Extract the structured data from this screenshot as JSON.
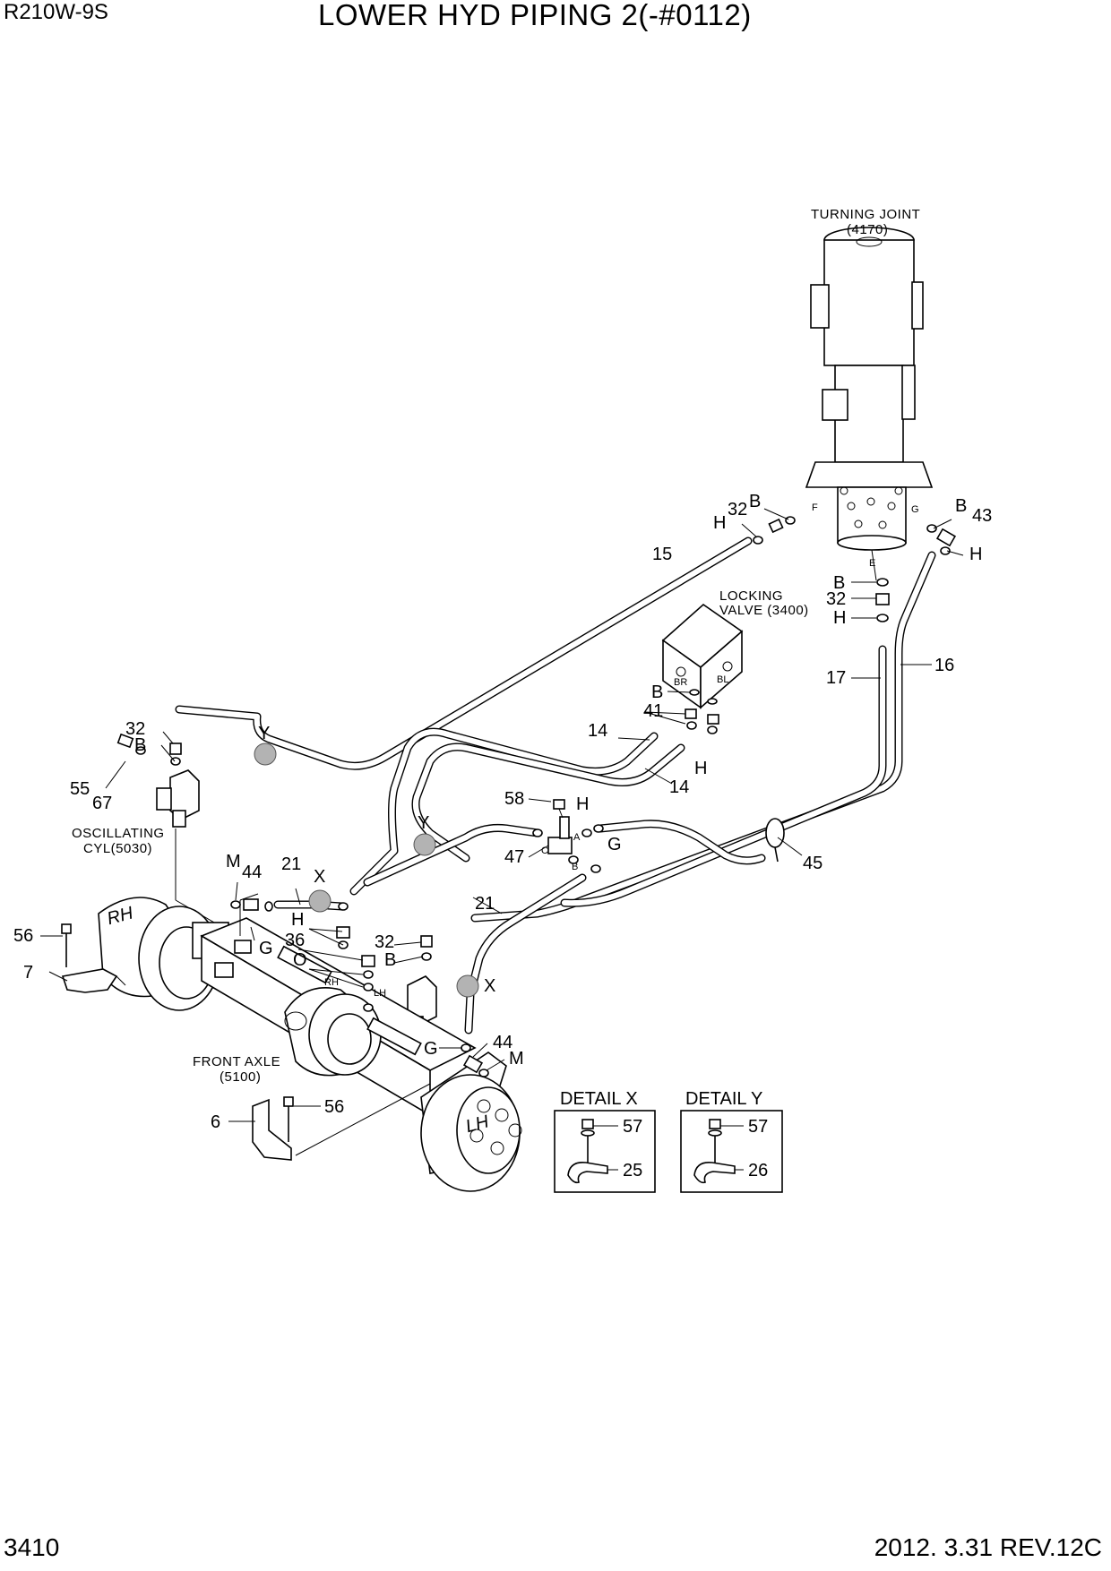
{
  "header": {
    "model": "R210W-9S",
    "title": "LOWER HYD PIPING 2(-#0112)"
  },
  "footer": {
    "page": "3410",
    "revision": "2012. 3.31  REV.12C"
  },
  "components": {
    "turning_joint": [
      "TURNING JOINT",
      "(4170)"
    ],
    "locking_valve": [
      "LOCKING",
      "VALVE (3400)"
    ],
    "oscillating_cyl": [
      "OSCILLATING",
      "CYL(5030)"
    ],
    "front_axle": [
      "FRONT AXLE",
      "(5100)"
    ]
  },
  "ports": {
    "F": "F",
    "G": "G",
    "E": "E",
    "BR": "BR",
    "BL": "BL",
    "A": "A",
    "B": "B",
    "C": "C",
    "RH": "RH",
    "LH": "LH"
  },
  "details": {
    "x": {
      "title": "DETAIL X",
      "bolt": "57",
      "clamp": "25"
    },
    "y": {
      "title": "DETAIL Y",
      "bolt": "57",
      "clamp": "26"
    }
  },
  "callouts": {
    "c32a": "32",
    "Ba": "B",
    "Ha": "H",
    "Bb": "B",
    "c43": "43",
    "Hb": "H",
    "c15": "15",
    "Bc": "B",
    "c32b": "32",
    "Hc": "H",
    "c16": "16",
    "c17": "17",
    "Bd": "B",
    "c41": "41",
    "c14a": "14",
    "Hd": "H",
    "c14b": "14",
    "c32c": "32",
    "Be": "B",
    "c55": "55",
    "c67": "67",
    "Ya": "Y",
    "Yb": "Y",
    "c58": "58",
    "He": "H",
    "Ga": "G",
    "c47": "47",
    "c45": "45",
    "Ma": "M",
    "c44a": "44",
    "c21a": "21",
    "Xa": "X",
    "Gb": "G",
    "Hf": "H",
    "c36": "36",
    "Oa": "O",
    "c32d": "32",
    "Bf": "B",
    "c21b": "21",
    "Xb": "X",
    "c56a": "56",
    "c7": "7",
    "Gc": "G",
    "c44b": "44",
    "Mb": "M",
    "c6": "6",
    "c56b": "56",
    "RHa": "RH",
    "LHa": "LH"
  }
}
